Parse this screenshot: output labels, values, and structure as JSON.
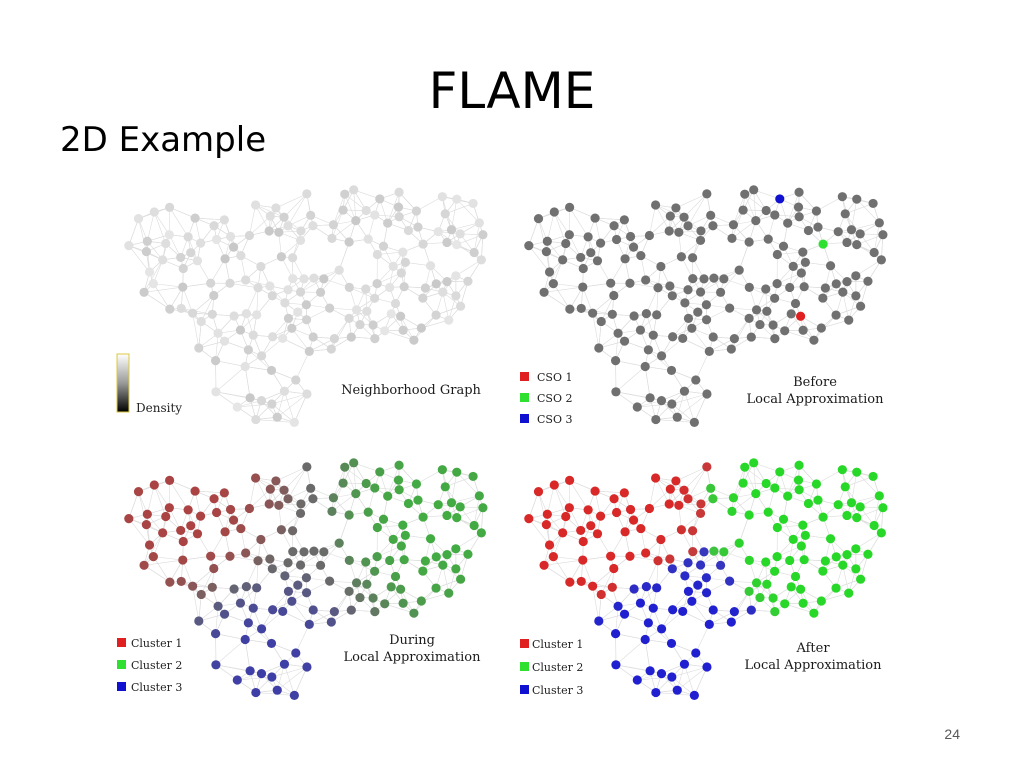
{
  "slide": {
    "title": "FLAME",
    "subtitle": "2D Example",
    "page_number": "24"
  },
  "panels": [
    {
      "id": "neighborhood",
      "caption_lines": [
        "Neighborhood Graph"
      ],
      "legend": [],
      "colorbar_label": "Density"
    },
    {
      "id": "before",
      "caption_lines": [
        "Before",
        "Local Approximation"
      ],
      "legend": [
        {
          "label": "CSO 1",
          "color": "#e02020"
        },
        {
          "label": "CSO 2",
          "color": "#30e030"
        },
        {
          "label": "CSO 3",
          "color": "#1010d0"
        }
      ]
    },
    {
      "id": "during",
      "caption_lines": [
        "During",
        "Local Approximation"
      ],
      "legend": [
        {
          "label": "Cluster 1",
          "color": "#e02020"
        },
        {
          "label": "Cluster 2",
          "color": "#30e030"
        },
        {
          "label": "Cluster 3",
          "color": "#1010d0"
        }
      ]
    },
    {
      "id": "after",
      "caption_lines": [
        "After",
        "Local Approximation"
      ],
      "legend": [
        {
          "label": "Cluster 1",
          "color": "#e02020"
        },
        {
          "label": "Cluster 2",
          "color": "#30e030"
        },
        {
          "label": "Cluster 3",
          "color": "#1010d0"
        }
      ]
    }
  ]
}
